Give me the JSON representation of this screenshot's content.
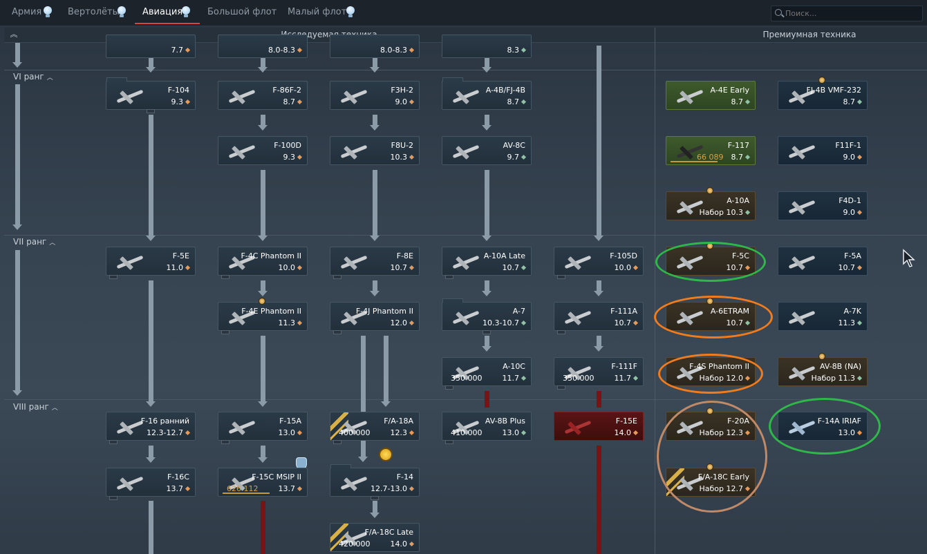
{
  "tabs": [
    {
      "label": "Армия",
      "active": false
    },
    {
      "label": "Вертолёты",
      "active": false
    },
    {
      "label": "Авиация",
      "active": true
    },
    {
      "label": "Большой флот",
      "active": false
    },
    {
      "label": "Малый флот",
      "active": false
    }
  ],
  "search": {
    "placeholder": "Поиск..."
  },
  "header": {
    "research_title": "Исследуемая техника",
    "premium_title": "Премиумная техника"
  },
  "ranks": {
    "r6": "VI ранг",
    "r7": "VII ранг",
    "r8": "VIII ранг"
  },
  "colors": {
    "accent_tab_underline": "#d9453a",
    "highlight_green": "#2fb84a",
    "highlight_orange": "#f07c1e",
    "highlight_brown": "#c08a68"
  },
  "top_partial": [
    {
      "br": "7.7"
    },
    {
      "br": "8.0-8.3"
    },
    {
      "br": "8.0-8.3"
    },
    {
      "br": "8.3"
    }
  ],
  "research": {
    "f104": {
      "name": "F-104",
      "br": "9.3"
    },
    "f86f2": {
      "name": "F-86F-2",
      "br": "8.7"
    },
    "f3h2": {
      "name": "F3H-2",
      "br": "9.0"
    },
    "a4b": {
      "name": "A-4B/FJ-4B",
      "br": "8.7"
    },
    "f100d": {
      "name": "F-100D",
      "br": "9.3"
    },
    "f8u2": {
      "name": "F8U-2",
      "br": "10.3"
    },
    "av8c": {
      "name": "AV-8C",
      "br": "9.7"
    },
    "f5e": {
      "name": "F-5E",
      "br": "11.0"
    },
    "f4c": {
      "name": "F-4C Phantom II",
      "br": "10.0"
    },
    "f8e": {
      "name": "F-8E",
      "br": "10.7"
    },
    "a10late": {
      "name": "A-10A Late",
      "br": "10.7"
    },
    "f105d": {
      "name": "F-105D",
      "br": "10.0"
    },
    "f4e": {
      "name": "F-4E Phantom II",
      "br": "11.3"
    },
    "f4j": {
      "name": "F-4J Phantom II",
      "br": "12.0"
    },
    "a7": {
      "name": "A-7",
      "br": "10.3-10.7"
    },
    "f111a": {
      "name": "F-111A",
      "br": "10.7"
    },
    "a10c": {
      "name": "A-10C",
      "br": "11.7",
      "cost": "350 000"
    },
    "f111f": {
      "name": "F-111F",
      "br": "11.7",
      "cost": "350 000"
    },
    "f16early": {
      "name": "F-16 ранний",
      "br": "12.3-12.7"
    },
    "f15a": {
      "name": "F-15A",
      "br": "13.0"
    },
    "fa18a": {
      "name": "F/A-18A",
      "br": "12.3",
      "cost": "400 000"
    },
    "av8bplus": {
      "name": "AV-8B Plus",
      "br": "13.0",
      "cost": "410 000"
    },
    "f15e": {
      "name": "F-15E",
      "br": "14.0"
    },
    "f16c": {
      "name": "F-16C",
      "br": "13.7"
    },
    "f15c": {
      "name": "F-15C MSIP II",
      "br": "13.7",
      "cost": "626 112"
    },
    "f14": {
      "name": "F-14",
      "br": "12.7-13.0"
    },
    "fa18clate": {
      "name": "F/A-18C Late",
      "br": "14.0",
      "cost": "420 000"
    }
  },
  "premium": {
    "a4e": {
      "name": "A-4E Early",
      "br": "8.7"
    },
    "fj4b": {
      "name": "FJ-4B VMF-232",
      "br": "8.7"
    },
    "f117": {
      "name": "F-117",
      "br": "8.7",
      "cost": "66 089"
    },
    "f11f1": {
      "name": "F11F-1",
      "br": "9.0"
    },
    "a10a": {
      "name": "A-10A",
      "br": "Набор 10.3"
    },
    "f4d1": {
      "name": "F4D-1",
      "br": "9.0"
    },
    "f5c": {
      "name": "F-5C",
      "br": "10.7"
    },
    "f5a": {
      "name": "F-5A",
      "br": "10.7"
    },
    "a6etram": {
      "name": "A-6ETRAM",
      "br": "10.7"
    },
    "a7k": {
      "name": "A-7K",
      "br": "11.3"
    },
    "f4s": {
      "name": "F-4S Phantom II",
      "br": "Набор 12.0"
    },
    "av8bna": {
      "name": "AV-8B (NA)",
      "br": "Набор 11.3"
    },
    "f20a": {
      "name": "F-20A",
      "br": "Набор 12.3"
    },
    "f14airiaf": {
      "name": "F-14A IRIAF",
      "br": "13.0"
    },
    "fa18cearly": {
      "name": "F/A-18C Early",
      "br": "Набор 12.7"
    }
  }
}
